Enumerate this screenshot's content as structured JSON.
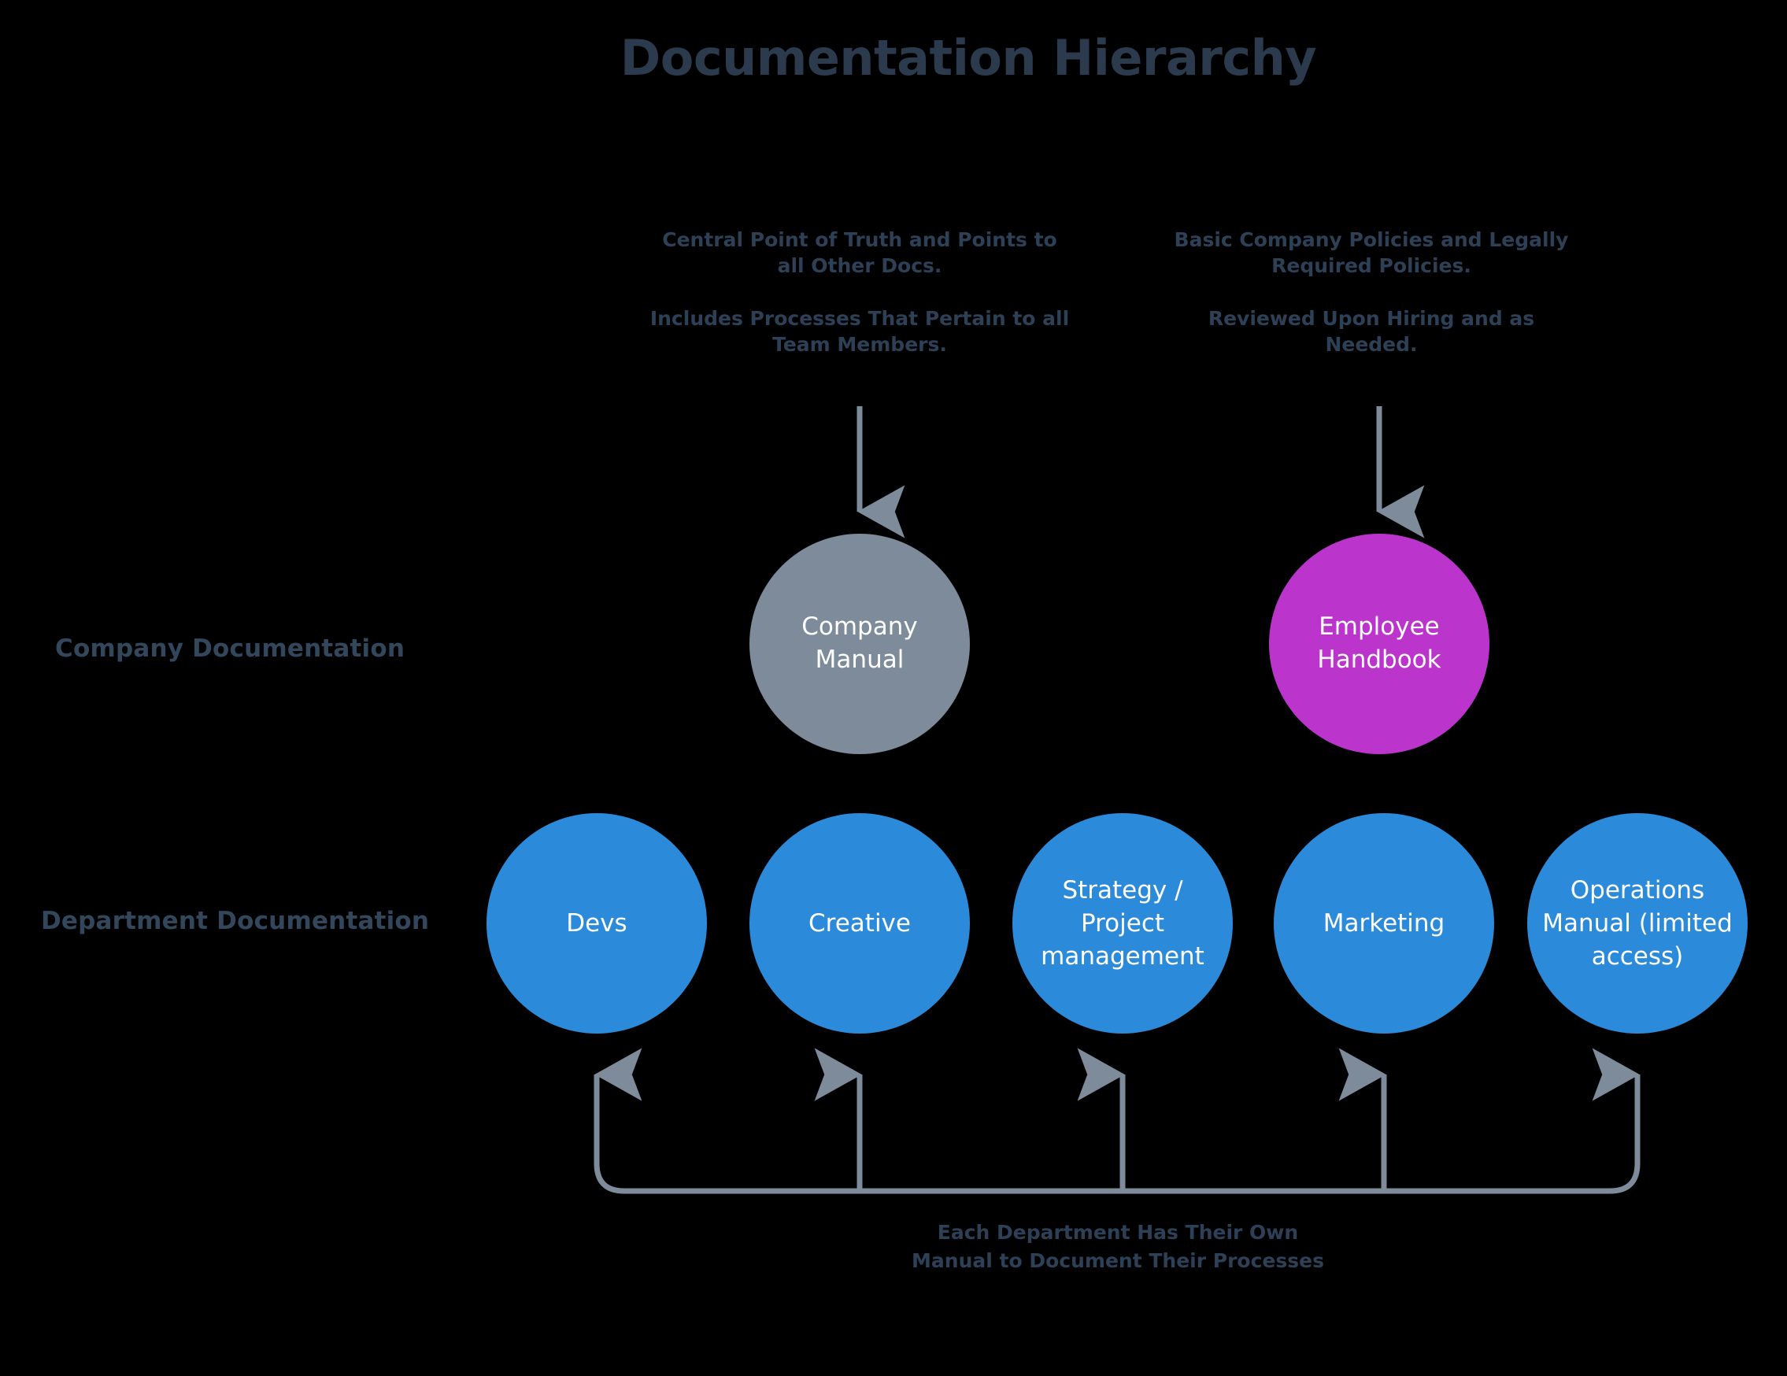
{
  "title": "Documentation Hierarchy",
  "colors": {
    "background": "#000000",
    "title_text": "#2b3b4d",
    "label_text": "#33475c",
    "note_text": "#2d4056",
    "connector": "#7d8b9a",
    "company_manual_fill": "#7d8b9a",
    "employee_handbook_fill": "#bb35cc",
    "department_fill": "#2b8ad9",
    "node_text": "#ffffff"
  },
  "rows": {
    "company": {
      "label": "Company Documentation"
    },
    "department": {
      "label": "Department Documentation"
    }
  },
  "notes": {
    "company_manual": {
      "paragraph1": "Central Point of Truth and Points to all Other Docs.",
      "paragraph2": "Includes Processes That Pertain to all Team Members."
    },
    "employee_handbook": {
      "paragraph1": "Basic Company Policies and Legally Required Policies.",
      "paragraph2": "Reviewed Upon Hiring and as Needed."
    },
    "department": {
      "paragraph1": "Each Department Has Their Own Manual to Document Their Processes"
    }
  },
  "nodes": {
    "company_row": [
      {
        "id": "company-manual",
        "label": "Company Manual"
      },
      {
        "id": "employee-handbook",
        "label": "Employee Handbook"
      }
    ],
    "department_row": [
      {
        "id": "devs",
        "label": "Devs"
      },
      {
        "id": "creative",
        "label": "Creative"
      },
      {
        "id": "strategy",
        "label": "Strategy / Project management"
      },
      {
        "id": "marketing",
        "label": "Marketing"
      },
      {
        "id": "operations",
        "label": "Operations Manual (limited access)"
      }
    ]
  },
  "connectors": {
    "company_manual_arrow": "down-arrow",
    "employee_handbook_arrow": "down-arrow",
    "department_bracket": "up-arrow-bracket"
  }
}
